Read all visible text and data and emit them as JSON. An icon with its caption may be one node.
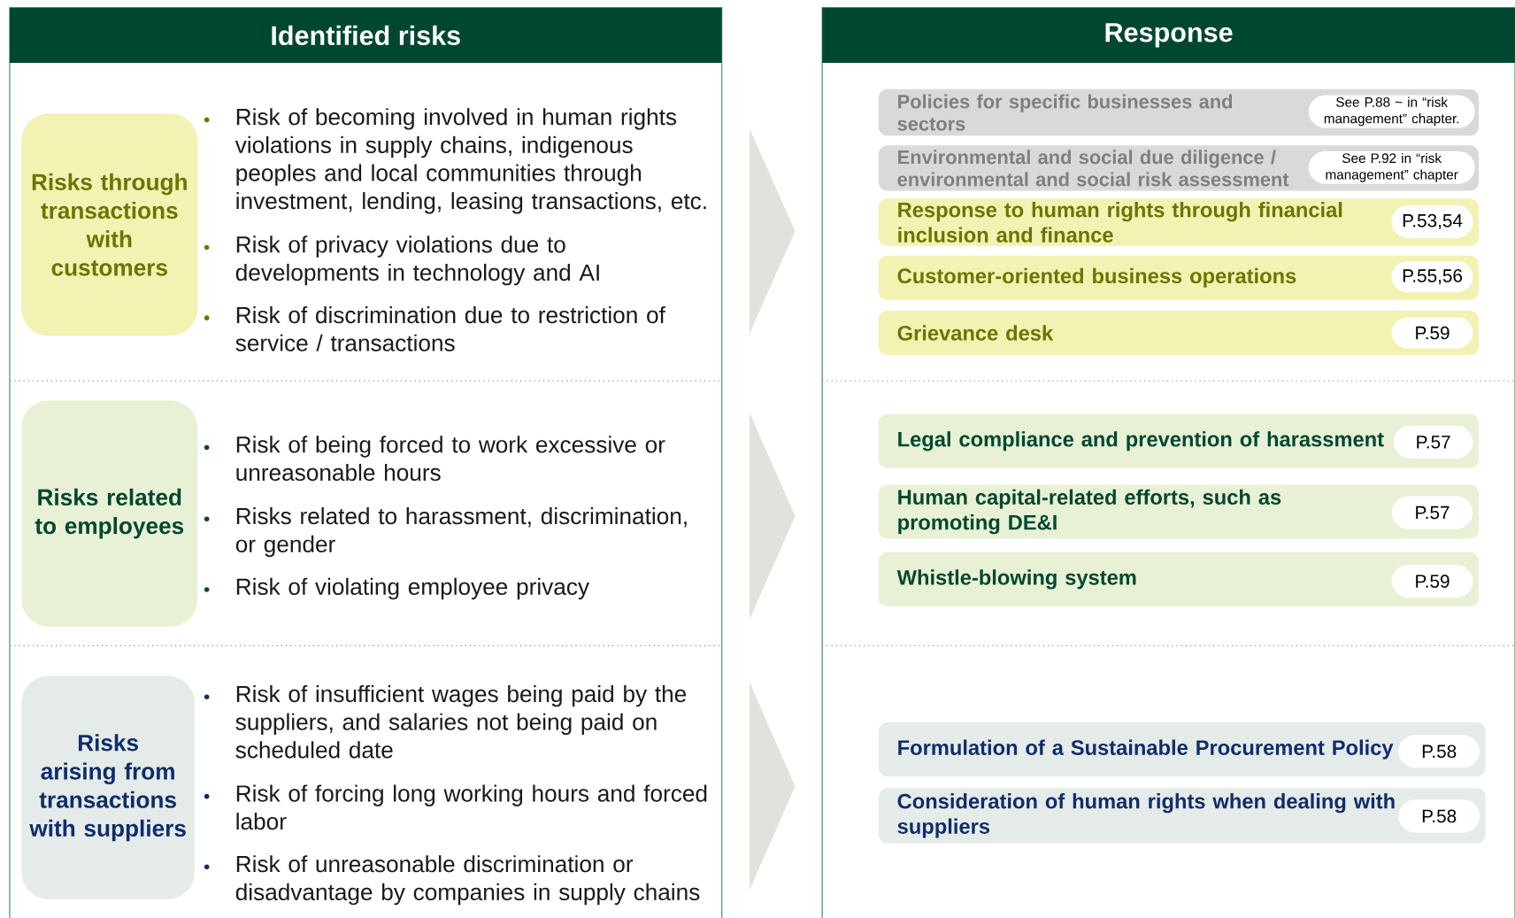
{
  "diagram": {
    "nodes": [
      {
        "text": [
          "Identified risks"
        ]
      },
      {
        "text": [
          "Risks through transactions with customers"
        ],
        "in": 0
      },
      {
        "text": [
          "Risks related to employees"
        ],
        "in": 0
      },
      {
        "text": [
          "Risks arising from transactions with suppliers"
        ],
        "in": 0
      },
      {
        "text": [
          "Response"
        ]
      },
      {
        "text": [
          "Policies for specific businesses and sectors"
        ],
        "in": 4
      },
      {
        "text": [
          "See P.88 ~ in “risk management” chapter."
        ],
        "in": 5
      },
      {
        "text": [
          "Environmental and social due diligence / environmental and social risk assessment"
        ],
        "in": 4
      },
      {
        "text": [
          "See P.92 in “risk management” chapter"
        ],
        "in": 7
      },
      {
        "text": [
          "Response to human rights through financial inclusion and finance"
        ],
        "in": 4
      },
      {
        "text": [
          "P.53,54"
        ],
        "in": 9
      },
      {
        "text": [
          "Customer-oriented business operations"
        ],
        "in": 4
      },
      {
        "text": [
          "P.55,56"
        ],
        "in": 11
      },
      {
        "text": [
          "Grievance desk"
        ],
        "in": 4
      },
      {
        "text": [
          "P.59"
        ],
        "in": 13
      },
      {
        "text": [
          "Legal compliance and prevention of harassment"
        ],
        "in": 4
      },
      {
        "text": [
          "P.57"
        ],
        "in": 15
      },
      {
        "text": [
          "Human capital-related efforts, such as promoting DE&I"
        ],
        "in": 4
      },
      {
        "text": [
          "P.57"
        ],
        "in": 17
      },
      {
        "text": [
          "Whistle-blowing system"
        ],
        "in": 4
      },
      {
        "text": [
          "P.59"
        ],
        "in": 19
      },
      {
        "text": [
          "Formulation of a Sustainable Procurement Policy"
        ],
        "in": 4
      },
      {
        "text": [
          "P.58"
        ],
        "in": 21
      },
      {
        "text": [
          "Consideration of human rights when dealing with suppliers"
        ],
        "in": 4
      },
      {
        "text": [
          "P.58"
        ],
        "in": 23
      }
    ],
    "edges": [
      {
        "from": 0,
        "to": 4,
        "arrow": "to"
      },
      {
        "from": 0,
        "to": 4,
        "arrow": "to"
      },
      {
        "from": 0,
        "to": 4,
        "arrow": "to"
      }
    ],
    "labels": [
      "Risk of becoming involved in human rights violations in supply chains, indigenous peoples and local communities through investment, lending, leasing transactions, etc.",
      "Risk of privacy violations due to developments in technology and AI",
      "Risk of discrimination due to restriction of service / transactions",
      "Risk of being forced to work excessive or unreasonable hours",
      "Risks related to harassment, discrimination, or gender",
      "Risk of violating employee privacy",
      "Risk of insufficient wages being paid by the suppliers, and salaries not being paid on scheduled date",
      "Risk of forcing long working hours and forced labor",
      "Risk of unreasonable discrimination or disadvantage by companies in supply chains"
    ]
  }
}
